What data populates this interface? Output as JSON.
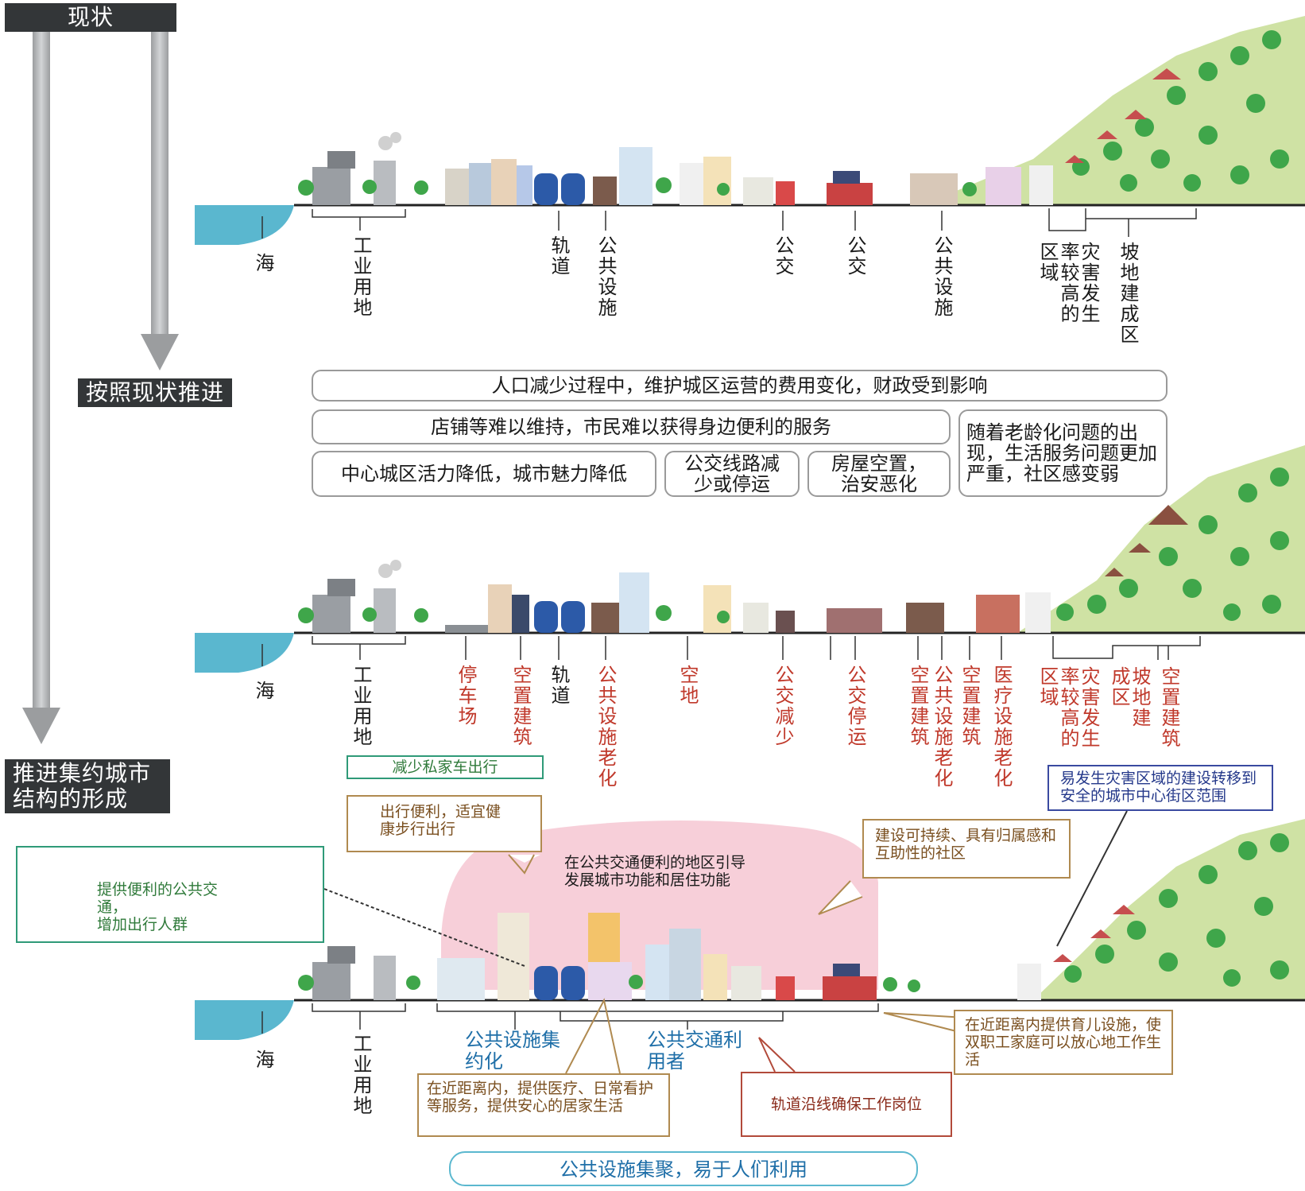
{
  "stages": {
    "current": "现状",
    "continue_current": "按照现状推进",
    "compact_city": "推进集约城市\n结构的形成"
  },
  "row1_labels": {
    "sea": "海",
    "industrial": "工业用地",
    "rail": "轨道",
    "public_facility_1": "公共设施",
    "bus_1": "公交",
    "bus_2": "公交",
    "public_facility_2": "公共设施",
    "disaster_prone": "灾害发生率较高的区域",
    "slope_area": "坡地建成区"
  },
  "issues": {
    "finance": "人口减少过程中，维护城区运营的费用变化，财政受到影响",
    "shops": "店铺等难以维持，市民难以获得身边便利的服务",
    "center_vitality": "中心城区活力降低，城市魅力降低",
    "bus_reduce": "公交线路减少或停运",
    "vacant_houses": "房屋空置，治安恶化",
    "aging": "随着老龄化问题的出现，生活服务问题更加严重，社区感变弱"
  },
  "row2_labels": {
    "sea": "海",
    "industrial": "工业用地",
    "parking": "停车场",
    "vacant_building_1": "空置建筑",
    "rail": "轨道",
    "public_facility_aging": "公共设施老化",
    "vacant_lot": "空地",
    "bus_reduced": "公交减少",
    "bus_stopped": "公交停运",
    "vacant_building_2": "空置建筑",
    "public_facility_aging_2": "公共设施老化",
    "vacant_building_3": "空置建筑",
    "medical_aging": "医疗设施老化",
    "disaster_prone": "灾害发生率较高的区域",
    "slope_area": "坡地建成区",
    "vacant_building_4": "空置建筑"
  },
  "row3_notes": {
    "reduce_car": "减少私家车出行",
    "walkable": "出行便利，适宜健康步行出行",
    "transit_oriented": "在公共交通便利的地区引导\n发展城市功能和居住功能",
    "sustainable": "建设可持续、具有归属感和互助性的社区",
    "relocate": "易发生灾害区域的建设转移到安全的城市中心街区范围",
    "public_transport": "提供便利的公共交通，\n增加出行人群",
    "facility_concentration": "公共设施集约化",
    "transit_users": "公共交通利用者",
    "childcare": "在近距离内提供育儿设施，使双职工家庭可以放心地工作生活",
    "care_services": "在近距离内，提供医疗、日常看护等服务，提供安心的居家生活",
    "jobs": "轨道沿线确保工作岗位",
    "industrial": "工业用地",
    "sea": "海",
    "facilities_gathered": "公共设施集聚，易于人们利用"
  }
}
